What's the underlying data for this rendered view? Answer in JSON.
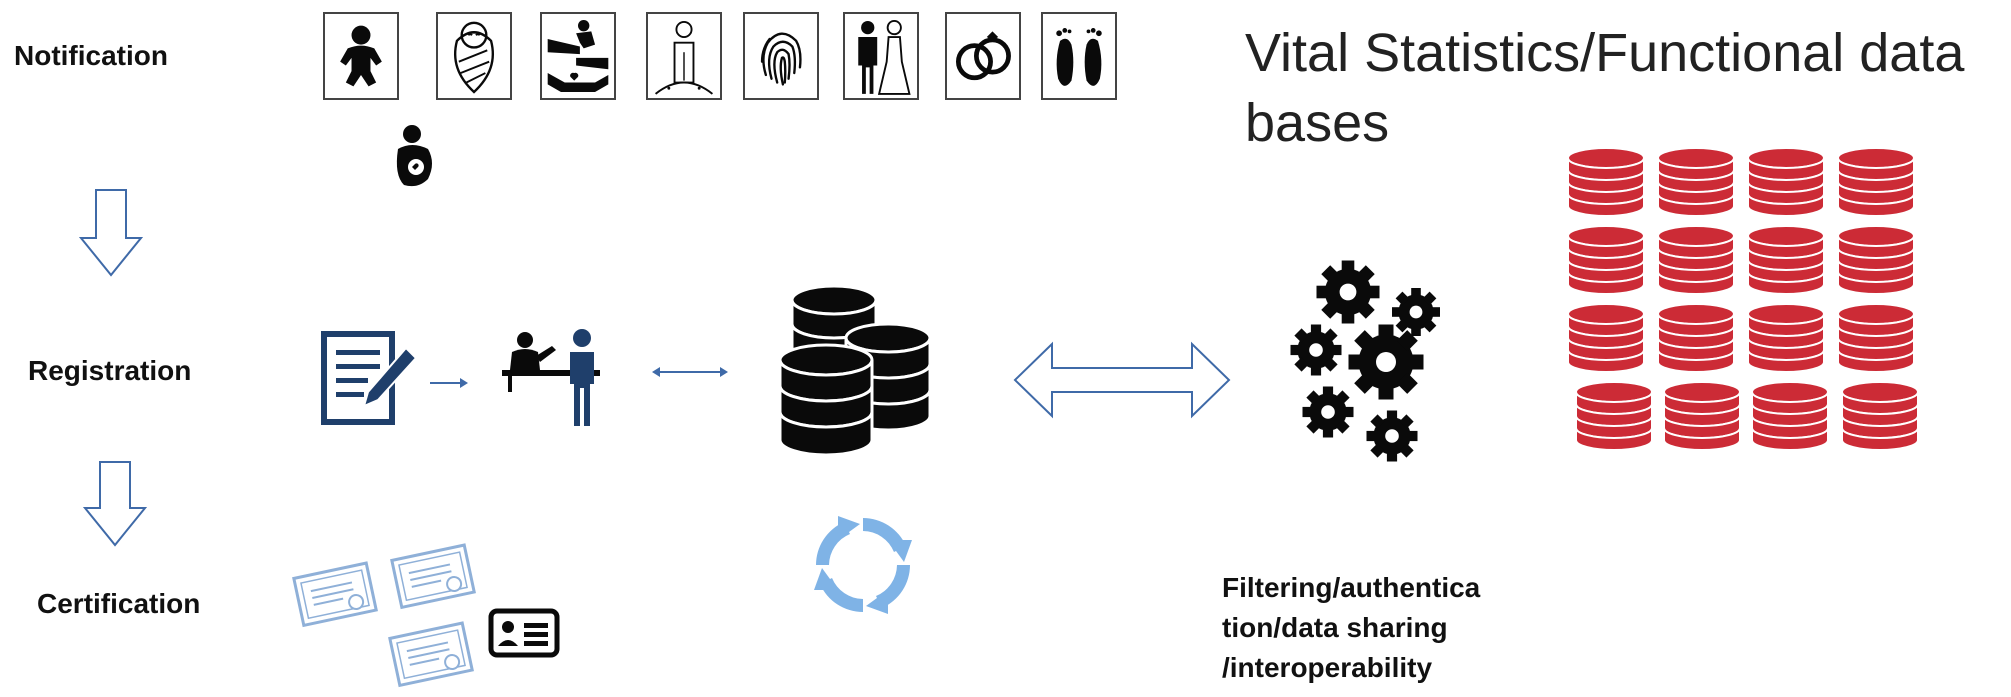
{
  "stages": {
    "notification": "Notification",
    "registration": "Registration",
    "certification": "Certification"
  },
  "title": "Vital Statistics/Functional data bases",
  "filter_text": "Filtering/authentica tion/data sharing /interoperability",
  "notification_icons": [
    "baby-icon",
    "swaddled-newborn-icon",
    "adoption-hands-icon",
    "deceased-person-icon",
    "fingerprint-icon",
    "wedding-couple-icon",
    "wedding-rings-icon",
    "footprints-icon"
  ],
  "colors": {
    "arrow_outline": "#3f6aa8",
    "doc_blue": "#1f3f6b",
    "cycle_blue": "#7fb3e6",
    "certificate_blue": "#8fb0d8",
    "database_red": "#cc2b36",
    "icon_black": "#0a0a0a"
  }
}
